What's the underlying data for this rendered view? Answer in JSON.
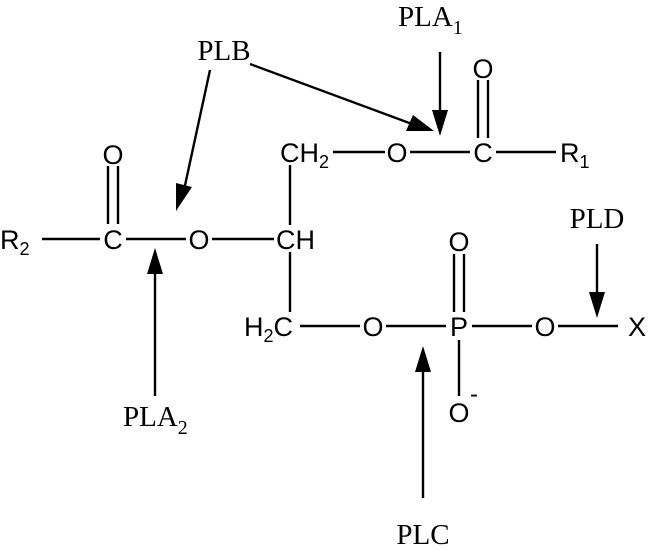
{
  "enzymes": {
    "pla1": {
      "main": "PLA",
      "sub": "1"
    },
    "pla2": {
      "main": "PLA",
      "sub": "2"
    },
    "plb": "PLB",
    "plc": "PLC",
    "pld": "PLD"
  },
  "atoms": {
    "oxygen": "O",
    "carbon": "C",
    "phosphorus": "P",
    "ch": "CH",
    "ch2_main": "CH",
    "ch2_sub": "2",
    "h2c_h": "H",
    "h2c_sub": "2",
    "h2c_c": "C",
    "r1": "R",
    "r1_sub": "1",
    "r2": "R",
    "r2_sub": "2",
    "x": "X",
    "charge": "-"
  }
}
